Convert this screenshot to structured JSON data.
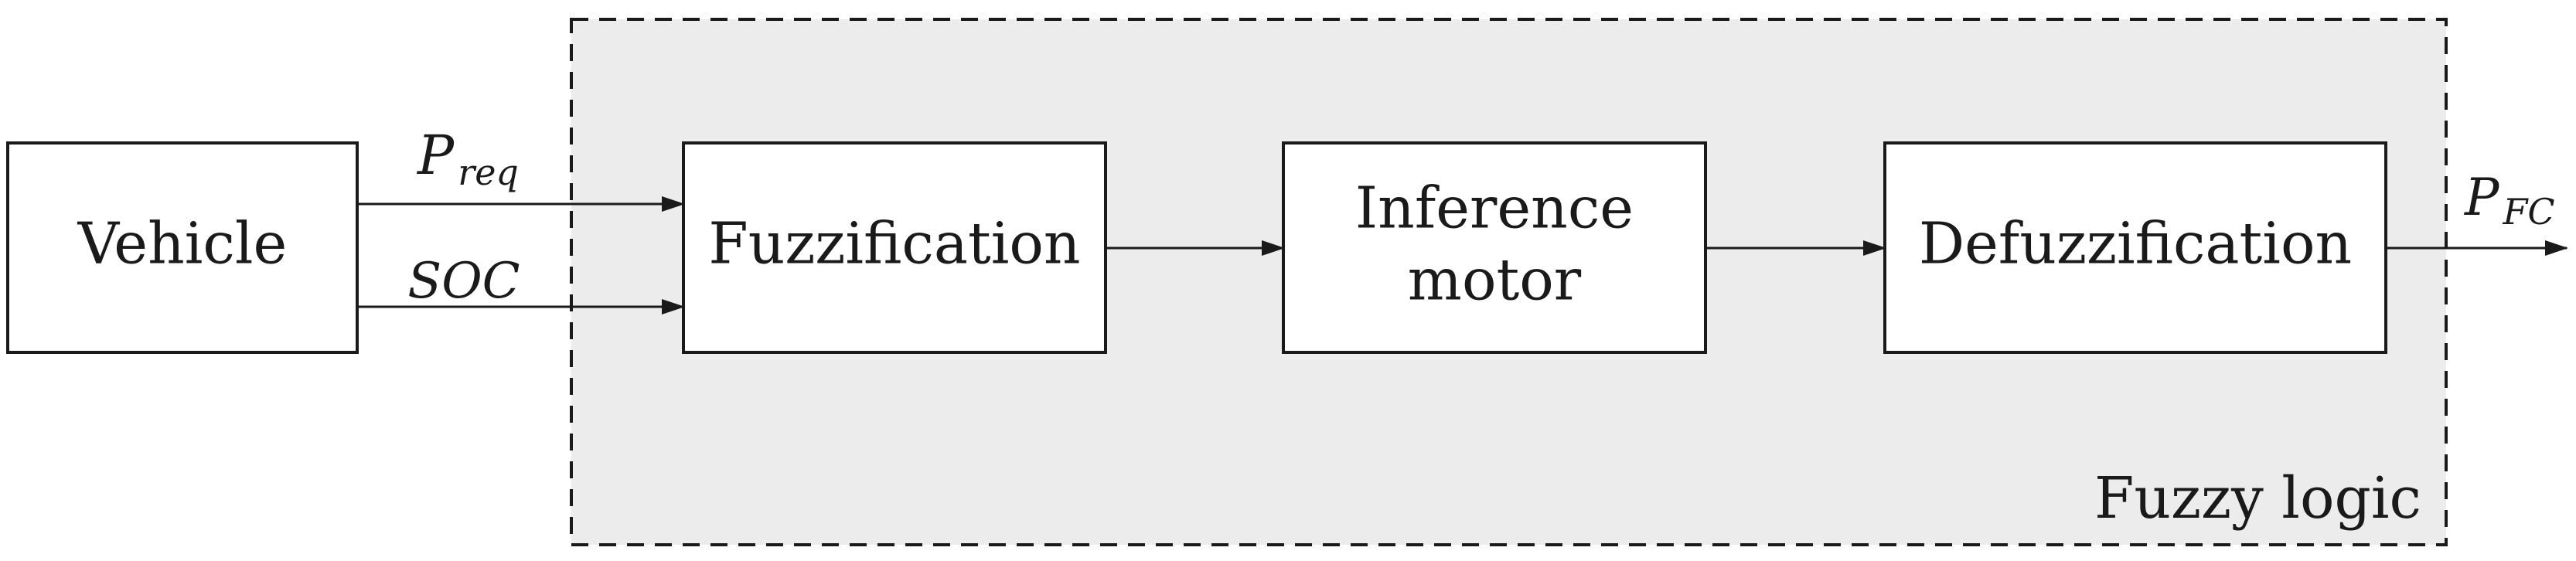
{
  "diagram": {
    "group": {
      "label": "Fuzzy logic"
    },
    "blocks": {
      "vehicle": "Vehicle",
      "fuzzification": "Fuzzification",
      "inference_line1": "Inference",
      "inference_line2": "motor",
      "defuzzification": "Defuzzification"
    },
    "signals": {
      "p_req_base": "P",
      "p_req_sub": "req",
      "soc": "SOC",
      "p_fc_base": "P",
      "p_fc_sub": "FC"
    }
  }
}
